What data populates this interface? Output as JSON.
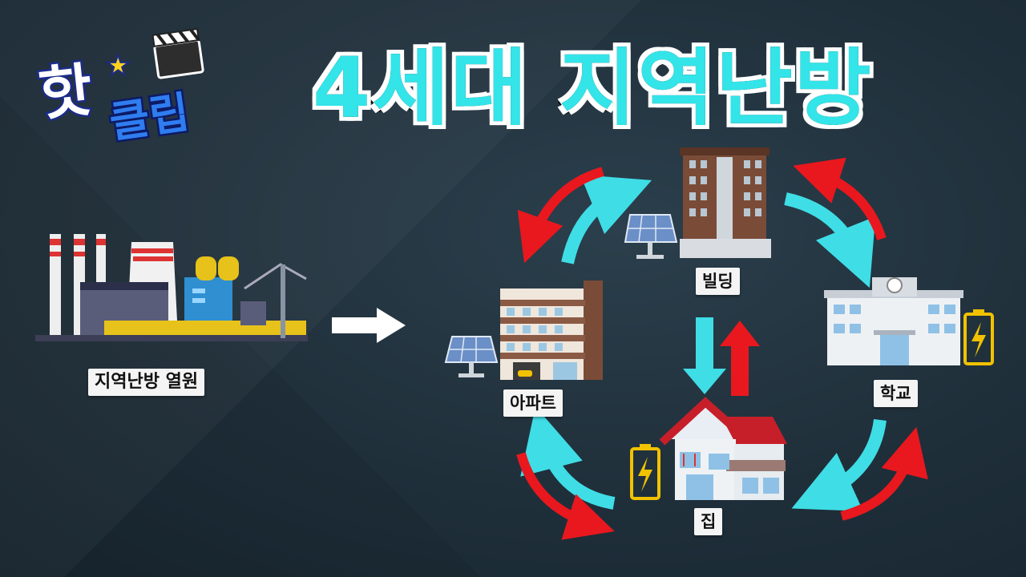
{
  "logo": {
    "main": "핫",
    "sub": "클립"
  },
  "title": "4세대 지역난방",
  "labels": {
    "source": "지역난방 열원",
    "building": "빌딩",
    "school": "학교",
    "apartment": "아파트",
    "house": "집"
  },
  "colors": {
    "title_fill": "#33e4e8",
    "cyan_arrow": "#3fdde6",
    "red_arrow": "#e8181e",
    "battery": "#f2c200"
  },
  "icons": [
    "factory-icon",
    "office-building-icon",
    "school-icon",
    "apartment-icon",
    "house-icon",
    "solar-panel-icon",
    "battery-icon",
    "clapperboard-icon",
    "star-icon"
  ]
}
